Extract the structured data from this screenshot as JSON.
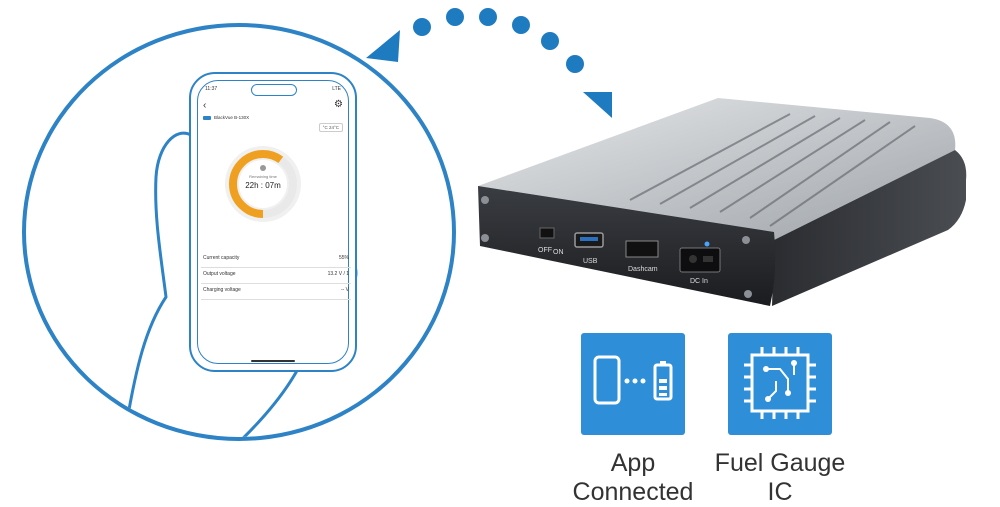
{
  "phone": {
    "status_time": "11:37",
    "status_right": "LTE",
    "device_name": "BlackVue B-130X",
    "temperature": "°C 24°C",
    "ring_label": "Remaining time",
    "ring_value": "22h : 07m",
    "ring_fraction": 0.6,
    "specs": [
      {
        "label": "Current capacity",
        "value": "55%"
      },
      {
        "label": "Output voltage",
        "value": "13.2 V / 1"
      },
      {
        "label": "Charging voltage",
        "value": "-- V"
      }
    ]
  },
  "device": {
    "switch_off": "OFF",
    "switch_on": "ON",
    "usb_label": "USB",
    "dashcam_label": "Dashcam",
    "dcin_label": "DC In"
  },
  "features": [
    {
      "caption_line1": "App",
      "caption_line2": "Connected",
      "icon": "phone-battery-link-icon"
    },
    {
      "caption_line1": "Fuel Gauge",
      "caption_line2": "IC",
      "icon": "chip-circuit-icon"
    }
  ],
  "colors": {
    "accent_blue": "#2d83c5",
    "box_blue": "#2e8fd8",
    "ring_orange": "#f0a020"
  }
}
